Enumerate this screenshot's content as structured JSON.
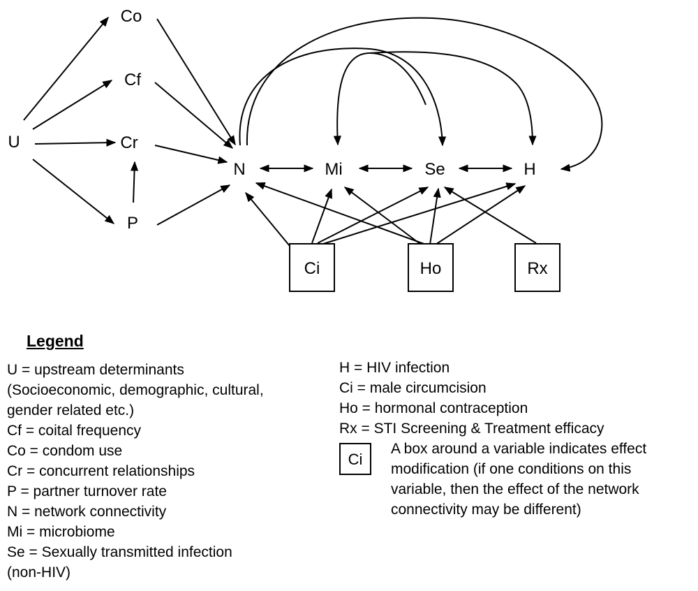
{
  "diagram": {
    "nodes": [
      {
        "id": "Co",
        "label": "Co"
      },
      {
        "id": "Cf",
        "label": "Cf"
      },
      {
        "id": "U",
        "label": "U"
      },
      {
        "id": "Cr",
        "label": "Cr"
      },
      {
        "id": "P",
        "label": "P"
      },
      {
        "id": "N",
        "label": "N"
      },
      {
        "id": "Mi",
        "label": "Mi"
      },
      {
        "id": "Se",
        "label": "Se"
      },
      {
        "id": "H",
        "label": "H"
      },
      {
        "id": "Ci",
        "label": "Ci",
        "boxed": true
      },
      {
        "id": "Ho",
        "label": "Ho",
        "boxed": true
      },
      {
        "id": "Rx",
        "label": "Rx",
        "boxed": true
      }
    ],
    "edges": [
      {
        "from": "U",
        "to": "Co"
      },
      {
        "from": "U",
        "to": "Cf"
      },
      {
        "from": "U",
        "to": "Cr"
      },
      {
        "from": "U",
        "to": "P"
      },
      {
        "from": "P",
        "to": "Cr"
      },
      {
        "from": "Co",
        "to": "N"
      },
      {
        "from": "Cf",
        "to": "N"
      },
      {
        "from": "Cr",
        "to": "N"
      },
      {
        "from": "P",
        "to": "N"
      },
      {
        "from": "N",
        "to": "Mi",
        "bidirectional": true
      },
      {
        "from": "Mi",
        "to": "Se",
        "bidirectional": true
      },
      {
        "from": "Se",
        "to": "H",
        "bidirectional": true
      },
      {
        "from": "N",
        "to": "Se",
        "curved": true
      },
      {
        "from": "N",
        "to": "H",
        "curved": true
      },
      {
        "from": "Se",
        "to": "Mi",
        "curved": true
      },
      {
        "from": "Se",
        "to": "H",
        "curved": true
      },
      {
        "from": "Ci",
        "to": "N"
      },
      {
        "from": "Ci",
        "to": "Mi"
      },
      {
        "from": "Ci",
        "to": "Se"
      },
      {
        "from": "Ci",
        "to": "H"
      },
      {
        "from": "Ho",
        "to": "N"
      },
      {
        "from": "Ho",
        "to": "Mi"
      },
      {
        "from": "Ho",
        "to": "Se"
      },
      {
        "from": "Ho",
        "to": "H"
      },
      {
        "from": "Rx",
        "to": "Se"
      }
    ]
  },
  "legend": {
    "title": "Legend",
    "left": [
      "U = upstream determinants",
      "(Socioeconomic, demographic, cultural,",
      "gender related etc.)",
      "Cf = coital frequency",
      "Co = condom use",
      "Cr = concurrent relationships",
      "P = partner turnover rate",
      "N = network connectivity",
      "Mi = microbiome",
      "Se = Sexually transmitted infection",
      "(non-HIV)"
    ],
    "right": [
      "H = HIV infection",
      "Ci = male circumcision",
      "Ho = hormonal contraception",
      "Rx = STI Screening & Treatment efficacy"
    ],
    "box_key": {
      "label": "Ci",
      "lines": [
        "A box around a variable indicates effect",
        "modification (if one conditions on this",
        "variable, then the effect of the network",
        "connectivity may be different)"
      ]
    }
  }
}
